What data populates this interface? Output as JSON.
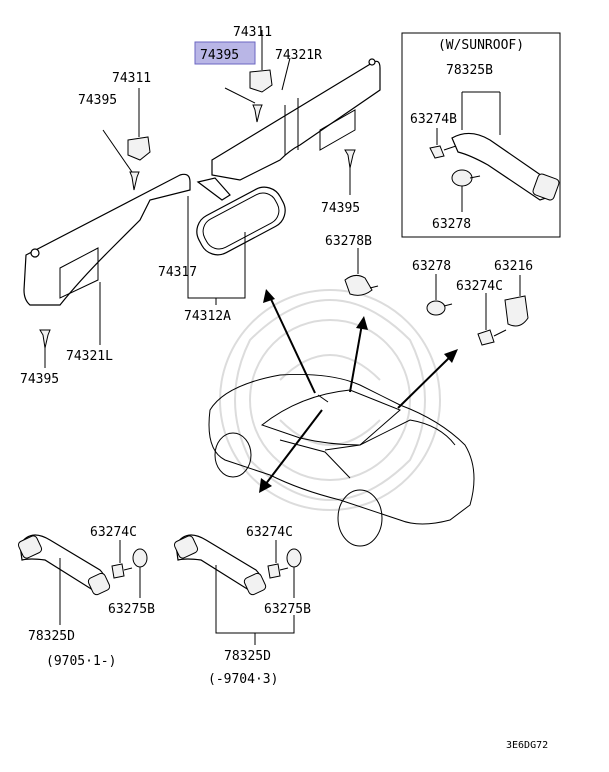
{
  "diagram": {
    "sunroof_box_title": "(W/SUNROOF)",
    "highlight_color": "#b9b6e6",
    "labels": {
      "p74311_top": "74311",
      "p74395_highlight": "74395",
      "p74321R": "74321R",
      "p74311_left": "74311",
      "p74395_left": "74395",
      "p74395_right": "74395",
      "p74317": "74317",
      "p74312A": "74312A",
      "p74321L": "74321L",
      "p74395_bottom": "74395",
      "p63278B": "63278B",
      "p78325B": "78325B",
      "p63274B": "63274B",
      "p63278_box": "63278",
      "p63278_side": "63278",
      "p63216": "63216",
      "p63274C_side": "63274C",
      "p63274C_left": "63274C",
      "p63275B_left": "63275B",
      "p78325D_left": "78325D",
      "p9705": "(9705·1-)",
      "p63274C_mid": "63274C",
      "p63275B_mid": "63275B",
      "p78325D_mid": "78325D",
      "p9704": "(-9704·3)"
    },
    "diagram_code": "3E6DG72"
  }
}
